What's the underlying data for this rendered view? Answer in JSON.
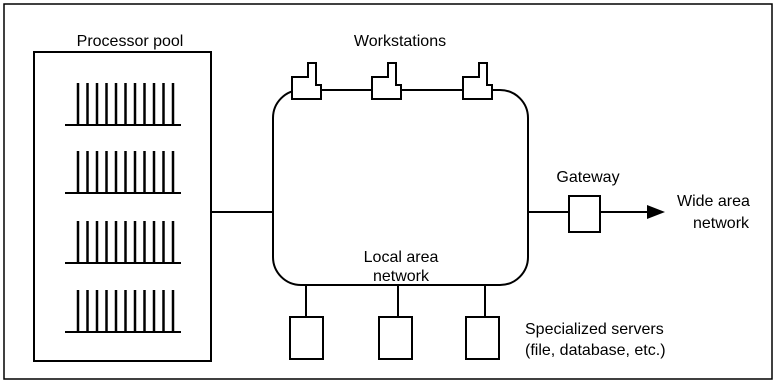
{
  "labels": {
    "processor_pool": "Processor pool",
    "workstations": "Workstations",
    "gateway": "Gateway",
    "wan_line1": "Wide area",
    "wan_line2": "network",
    "lan_line1": "Local area",
    "lan_line2": "network",
    "servers_line1": "Specialized servers",
    "servers_line2": "(file, database, etc.)"
  },
  "processor_pool": {
    "racks": 4,
    "processors_per_rack": 11
  },
  "workstations": {
    "count": 3
  },
  "servers": {
    "count": 3
  }
}
